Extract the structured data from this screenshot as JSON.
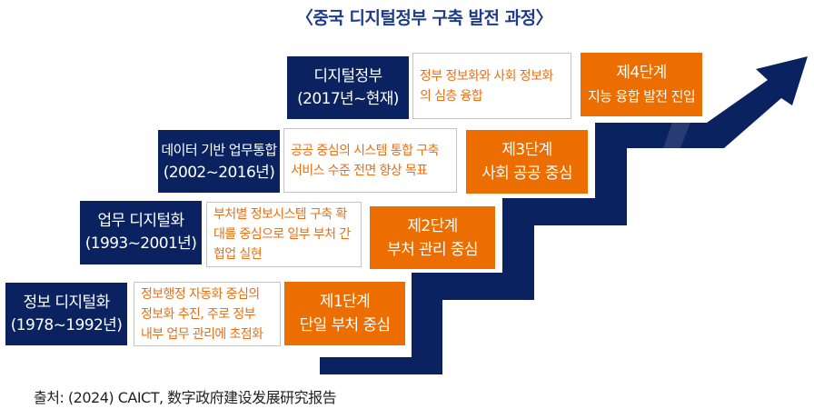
{
  "title": "〈중국 디지털정부 구축 발전 과정〉",
  "colors": {
    "navy": "#0b2260",
    "orange": "#ec6d00",
    "text_orange": "#ea6f14",
    "title": "#1f3c88"
  },
  "stages": [
    {
      "era_title": "정보 디지털화",
      "era_period": "(1978~1992년)",
      "description": [
        "정보행정 자동화 중심의",
        "정보화 추진, 주로 정부",
        "내부 업무 관리에 초점화"
      ],
      "stage_label": "제1단계",
      "stage_focus": "단일 부처 중심"
    },
    {
      "era_title": "업무 디지털화",
      "era_period": "(1993~2001년)",
      "description": [
        "부처별 정보시스템 구축 확",
        "대를 중심으로 일부 부처 간",
        "협업 실현"
      ],
      "stage_label": "제2단계",
      "stage_focus": "부처 관리 중심"
    },
    {
      "era_title": "데이터 기반 업무통합",
      "era_period": "(2002~2016년)",
      "description": [
        "공공 중심의 시스템 통합 구축",
        "서비스 수준 전면 향상 목표"
      ],
      "stage_label": "제3단계",
      "stage_focus": "사회 공공 중심"
    },
    {
      "era_title": "디지털정부",
      "era_period": "(2017년~현재)",
      "description": [
        "정부 정보화와 사회 정보화",
        "의 심층 융합"
      ],
      "stage_label": "제4단계",
      "stage_focus": "지능 융합 발전 진입"
    }
  ],
  "source": "출처: (2024) CAICT, 数字政府建设发展研究报告"
}
